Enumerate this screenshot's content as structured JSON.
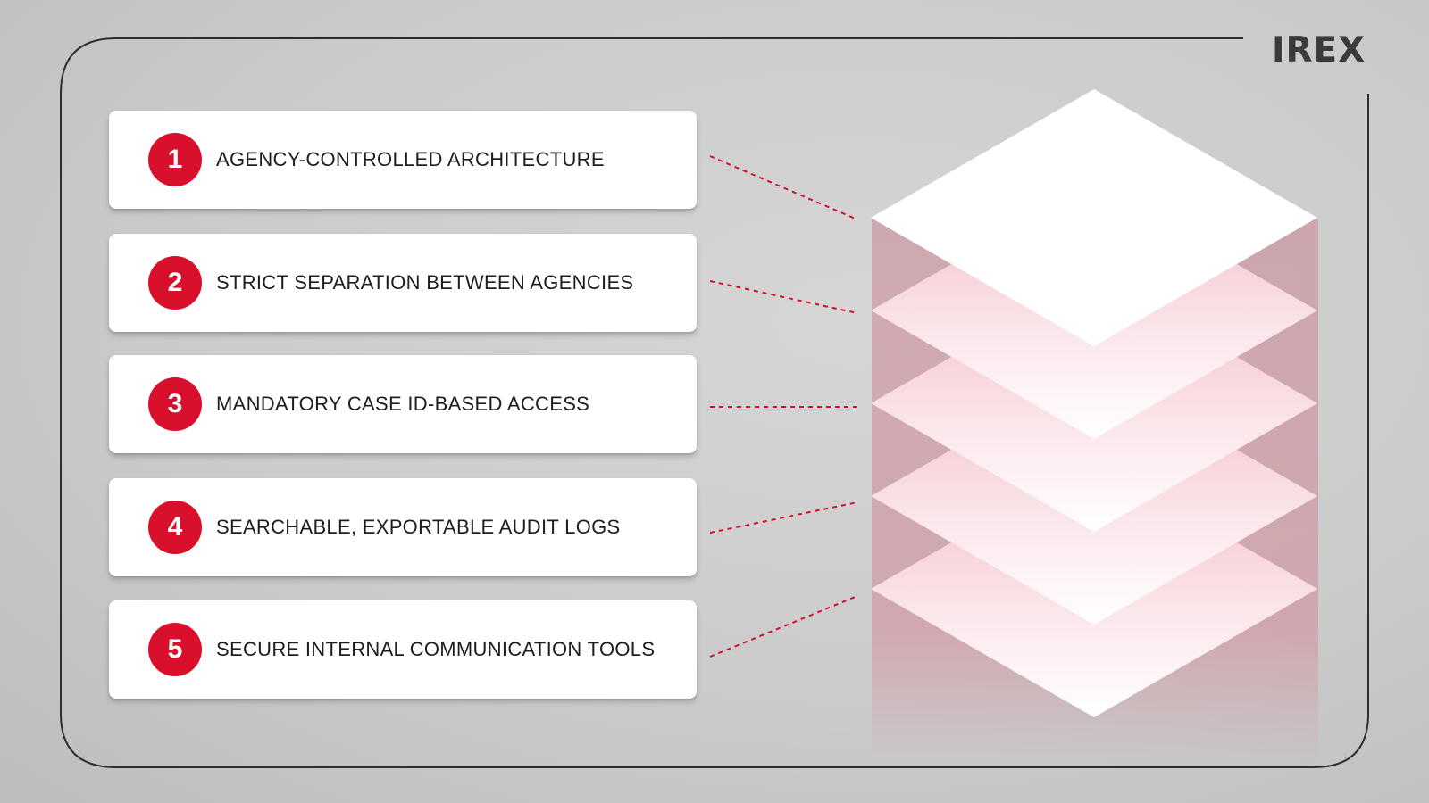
{
  "brand": {
    "logo_text": "IREX",
    "accent_color": "#d8102c"
  },
  "features": [
    {
      "number": "1",
      "label": "AGENCY-CONTROLLED ARCHITECTURE"
    },
    {
      "number": "2",
      "label": "STRICT SEPARATION BETWEEN AGENCIES"
    },
    {
      "number": "3",
      "label": "MANDATORY CASE ID-BASED ACCESS"
    },
    {
      "number": "4",
      "label": "SEARCHABLE, EXPORTABLE AUDIT LOGS"
    },
    {
      "number": "5",
      "label": "SECURE INTERNAL COMMUNICATION TOOLS"
    }
  ],
  "diagram": {
    "layer_count": 5,
    "connector_style": "dashed",
    "connector_color": "#d8102c"
  }
}
